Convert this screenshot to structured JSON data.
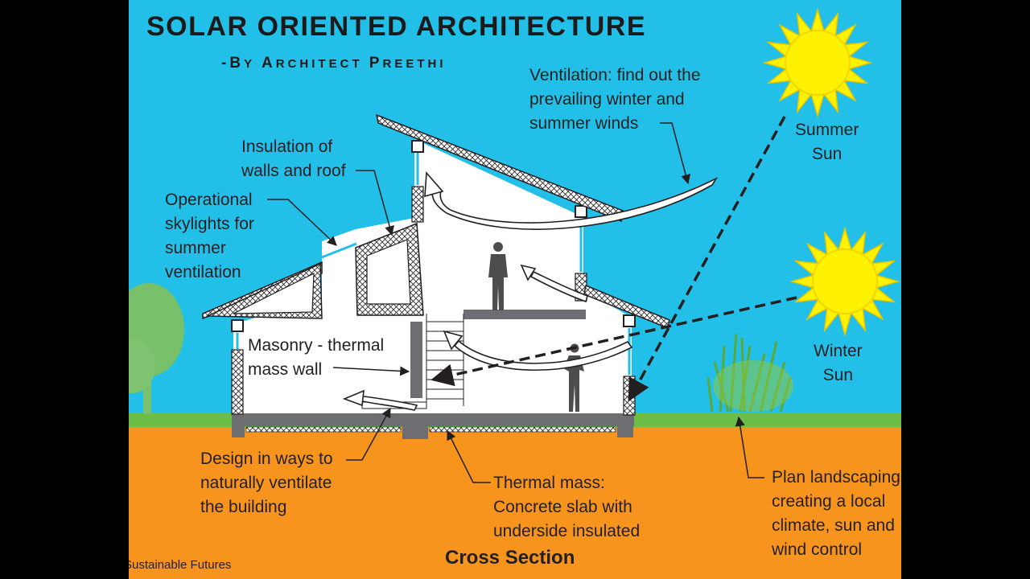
{
  "title": "SOLAR ORIENTED ARCHITECTURE",
  "subtitle": "-By Architect Preethi",
  "caption": "Cross Section",
  "credit": "Sustainable Futures",
  "labels": {
    "ventilation": "Ventilation: find out the\nprevailing winter and\nsummer winds",
    "insulation": "Insulation of\nwalls and roof",
    "skylights": "Operational\nskylights for\nsummer\nventilation",
    "masonry": "Masonry - thermal\nmass wall",
    "summer_sun": "Summer\nSun",
    "winter_sun": "Winter\nSun",
    "design_ventilate": "Design in ways to\nnaturally ventilate\nthe building",
    "thermal_mass": "Thermal mass:\nConcrete slab with\nunderside insulated",
    "landscaping": "Plan landscaping\ncreating a local\nclimate, sun and\nwind control"
  },
  "colors": {
    "sky": "#22c0e8",
    "ground": "#f7941d",
    "grass": "#6abd45",
    "sun": "#fff200",
    "building": "#ffffff",
    "structure": "#6d6e71",
    "ink": "#231f20"
  }
}
